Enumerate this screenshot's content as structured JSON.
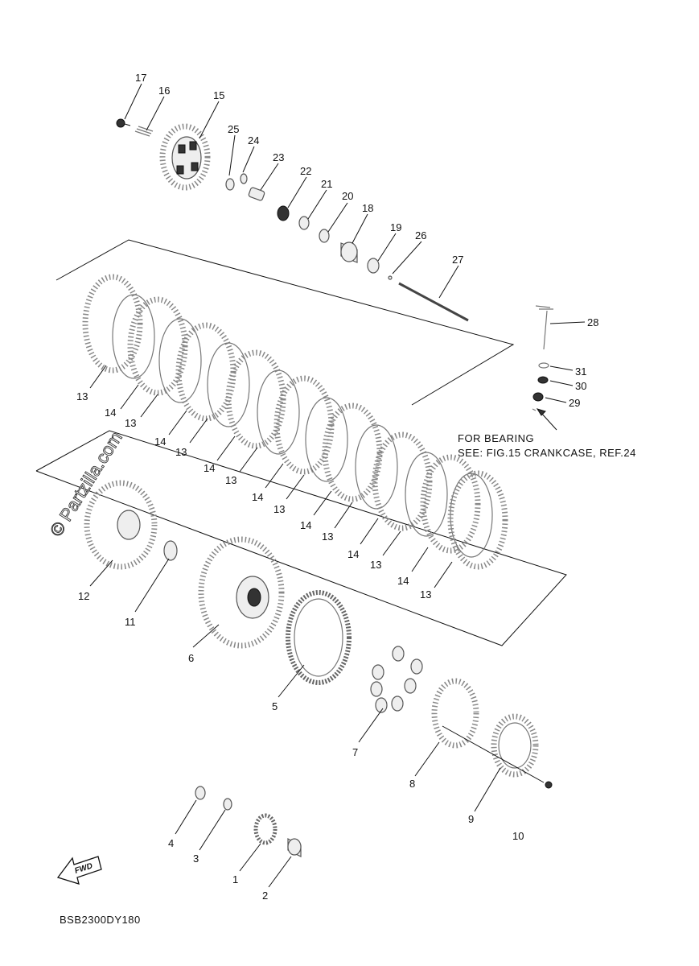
{
  "labels": {
    "p1": "1",
    "p2": "2",
    "p3": "3",
    "p4": "4",
    "p5": "5",
    "p6": "6",
    "p7": "7",
    "p8": "8",
    "p9": "9",
    "p10": "10",
    "p11": "11",
    "p12": "12",
    "p15": "15",
    "p16": "16",
    "p17": "17",
    "p18": "18",
    "p19": "19",
    "p20": "20",
    "p21": "21",
    "p22": "22",
    "p23": "23",
    "p24": "24",
    "p25": "25",
    "p26": "26",
    "p27": "27",
    "p28": "28",
    "p29": "29",
    "p30": "30",
    "p31": "31",
    "p13": "13",
    "p14": "14"
  },
  "note": {
    "line1": "FOR BEARING",
    "line2": "SEE: FIG.15 CRANKCASE, REF.24"
  },
  "watermark": "© Partzilla.com",
  "fwd": "FWD",
  "diagram_code": "BSB2300DY180"
}
